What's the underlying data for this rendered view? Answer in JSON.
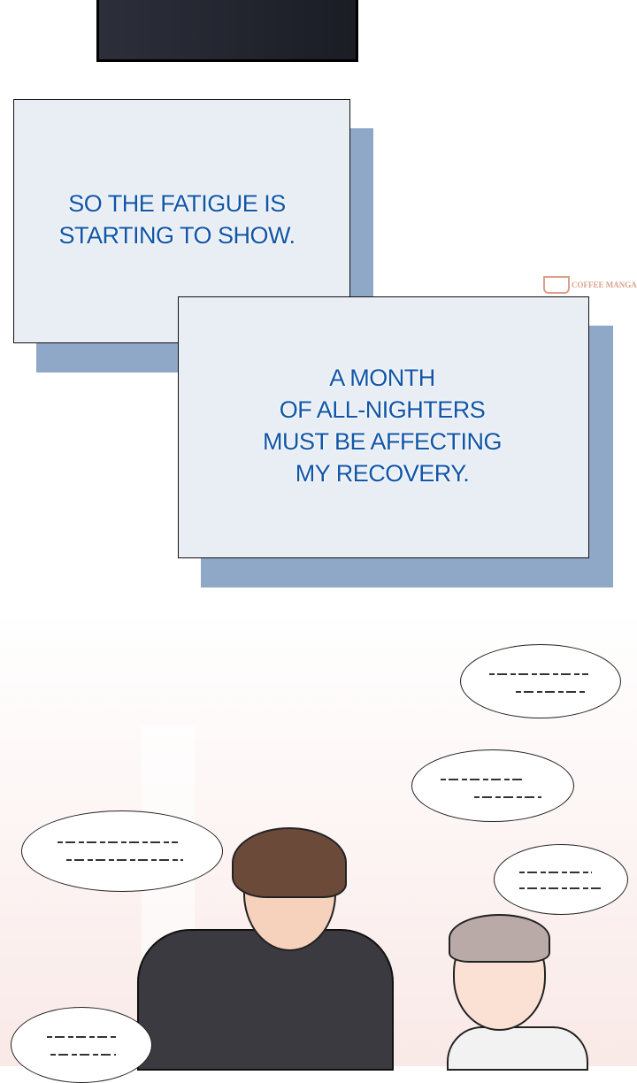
{
  "captions": {
    "first": [
      "SO THE FATIGUE IS",
      "STARTING TO SHOW."
    ],
    "second": [
      "A MONTH",
      "OF ALL-NIGHTERS",
      "MUST BE AFFECTING",
      "MY RECOVERY."
    ]
  },
  "watermark": "COFFEE MANGA",
  "colors": {
    "caption_text": "#1156a8",
    "box_fill": "#e8eef4",
    "box_shadow": "#8fa8c8"
  }
}
